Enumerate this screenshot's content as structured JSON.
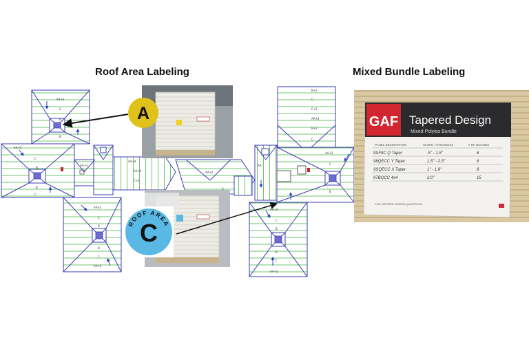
{
  "titles": {
    "roof_area": "Roof Area Labeling",
    "mixed_bundle": "Mixed Bundle Labeling"
  },
  "callouts": {
    "a_letter": "A",
    "c_letter": "C",
    "c_ring": "ROOF AREA",
    "a_color": "#e0c21a",
    "c_color": "#5ab8e4"
  },
  "bundle_label": {
    "brand": "GAF",
    "title": "Tapered Design",
    "subtitle": "Mixed Polyiso Bundle",
    "columns": [
      "PANEL DESIGNATION",
      "SLOPE / THICKNESS",
      "# OF BOARDS"
    ],
    "rows": [
      [
        "9SFIIC Q Taper",
        ".5\" - 1.5\"",
        "6"
      ],
      [
        "98QECC Y Taper",
        "1.5\" - 2.5\"",
        "6"
      ],
      [
        "9SQECC X Taper",
        "1\" - 1.8\"",
        "8"
      ],
      [
        "97BQCC 4x4",
        "2.0\"",
        "15"
      ]
    ],
    "footer": "FOR TAPERED DESIGN QUESTIONS",
    "brand_color": "#d22630"
  },
  "roof_labels": {
    "c": "C",
    "b": "B",
    "aa2": "AA+2",
    "aa4": "AA+4",
    "b2": "B+2",
    "c2": "C+2",
    "aa": "AA"
  },
  "colors": {
    "outline": "#3b3bb8",
    "hatch": "#5fbf5a",
    "arrow": "#2a3fc9"
  }
}
